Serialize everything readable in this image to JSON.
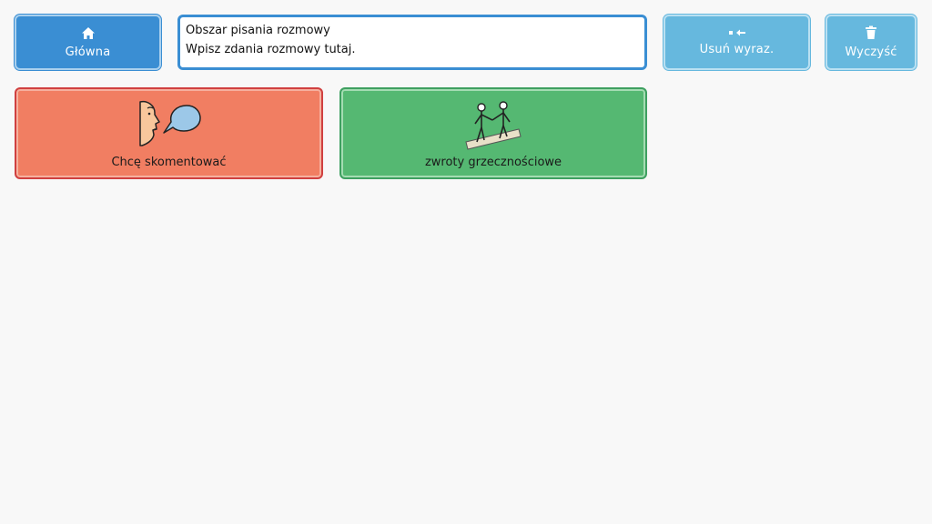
{
  "toolbar": {
    "home_label": "Główna",
    "home_icon": "home-icon",
    "backspace_label": "Usuń wyraz.",
    "backspace_icon": "backspace-icon",
    "clear_label": "Wyczyść",
    "clear_icon": "trash-icon"
  },
  "message": {
    "title": "Obszar pisania rozmowy",
    "placeholder": "Wpisz zdania rozmowy tutaj."
  },
  "tiles": [
    {
      "label": "Chcę skomentować",
      "icon": "speaking-face-icon",
      "color": "#f17e62"
    },
    {
      "label": "zwroty grzecznościowe",
      "icon": "handshake-people-icon",
      "color": "#55b872"
    }
  ],
  "colors": {
    "accent": "#3a8ed3",
    "light_button": "#66b8de",
    "background": "#f8f8f8"
  }
}
